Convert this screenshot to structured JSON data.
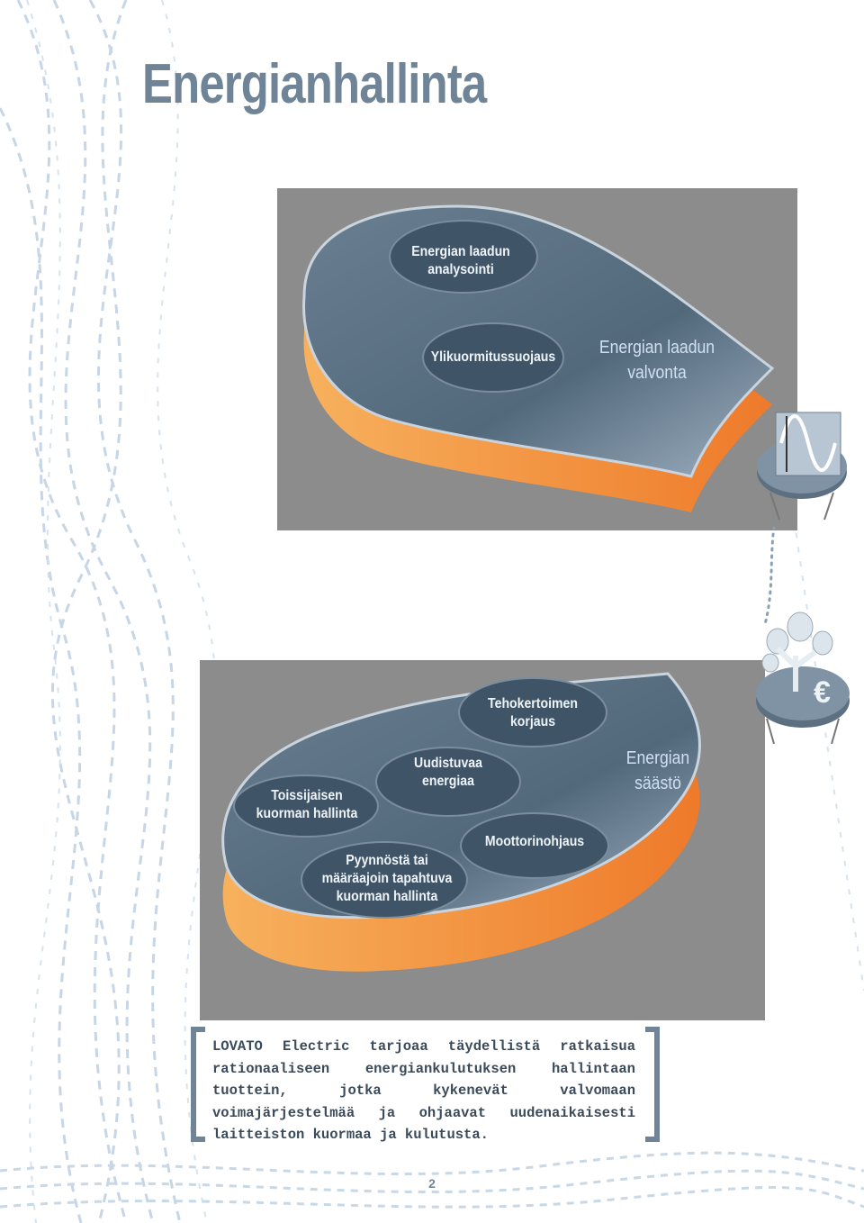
{
  "page": {
    "title": "Energianhallinta",
    "page_number": "2"
  },
  "top_panel": {
    "plate_label": "Energian laadun\nvalvonta",
    "items": [
      {
        "label": "Energian laadun\nanalysointi"
      },
      {
        "label": "Ylikuormitussuojaus"
      }
    ],
    "icon": "sine-wave-meter-icon"
  },
  "bottom_panel": {
    "plate_label": "Energian\nsäästö",
    "items": [
      {
        "label": "Tehokertoimen\nkorjaus"
      },
      {
        "label": "Uudistuvaa\nenergiaa"
      },
      {
        "label": "Toissijaisen\nkuorman hallinta"
      },
      {
        "label": "Moottorinohjaus"
      },
      {
        "label": "Pyynnöstä tai\nmääräajoin tapahtuva\nkuorman hallinta"
      }
    ],
    "icon": "euro-tree-icon"
  },
  "caption": "LOVATO Electric tarjoaa täydellistä ratkaisua rationaaliseen energiankulutuksen hallintaan tuottein, jotka kykenevät valvomaan voimajärjestelmää ja ohjaavat uudenaikaisesti laitteiston kuormaa ja kulutusta.",
  "colors": {
    "title": "#6f8597",
    "plate": "#4f6476",
    "plate_rim": "#f08a3c",
    "pill": "#3f5567",
    "panel_bg": "#8c8c8c"
  }
}
